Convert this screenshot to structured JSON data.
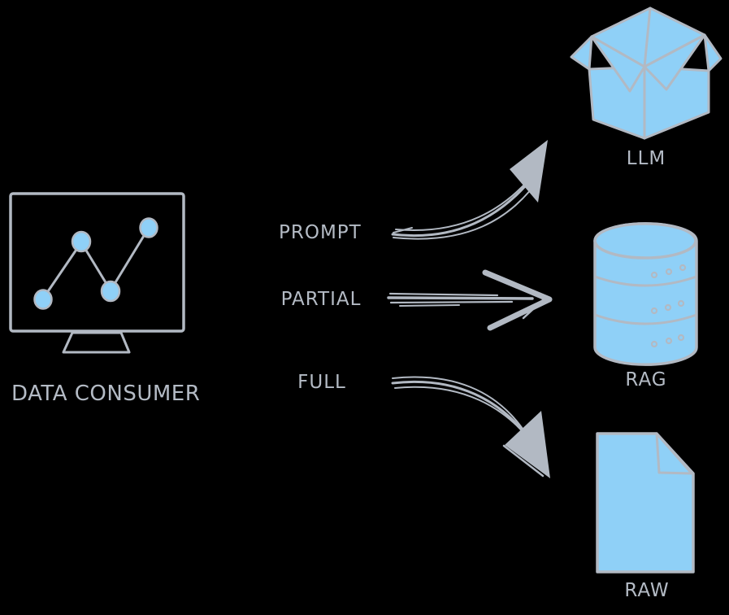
{
  "source": {
    "label": "DATA CONSUMER",
    "icon": "monitor-chart-icon"
  },
  "flows": [
    {
      "label": "PROMPT",
      "arrow": "curved-up-arrow",
      "target": "LLM"
    },
    {
      "label": "PARTIAL",
      "arrow": "straight-arrow",
      "target": "RAG"
    },
    {
      "label": "FULL",
      "arrow": "curved-down-arrow",
      "target": "RAW"
    }
  ],
  "targets": [
    {
      "label": "LLM",
      "icon": "open-box-icon"
    },
    {
      "label": "RAG",
      "icon": "database-icon"
    },
    {
      "label": "RAW",
      "icon": "document-icon"
    }
  ],
  "colors": {
    "stroke_gray": "#b2b9c3",
    "fill_blue": "#8fd0f7",
    "label_gray": "#b4bbc5",
    "background": "#000000"
  }
}
